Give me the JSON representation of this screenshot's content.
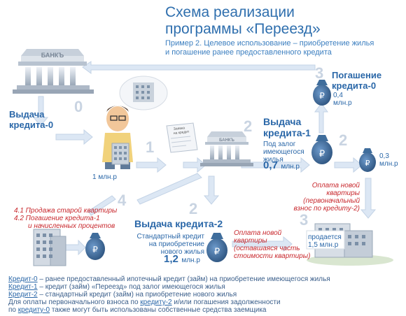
{
  "title": {
    "line1": "Схема реализации",
    "line2": "программы «Переезд»"
  },
  "subtitle": {
    "line1": "Пример 2. Целевое использование – приобретение жилья",
    "line2": "и погашение ранее предоставленного кредита"
  },
  "bank_sign": "БАНКЪ",
  "doc_label": {
    "line1": "Заявка",
    "line2": "на кредит"
  },
  "steps": {
    "s0": "0",
    "s1": "1",
    "s2a": "2",
    "s2b": "2",
    "s2c": "2",
    "s3a": "3",
    "s3b": "3",
    "s4": "4"
  },
  "labels": {
    "vydacha0_line1": "Выдача",
    "vydacha0_line2": "кредита-0",
    "mln1": "1 млн.р",
    "pogashenie_line1": "Погашение",
    "pogashenie_line2": "кредита-0",
    "mln04_line1": "0,4",
    "mln04_line2": "млн.р",
    "vydacha1_line1": "Выдача",
    "vydacha1_line2": "кредита-1",
    "pod_zalog_line1": "Под залог",
    "pod_zalog_line2": "имеющегося",
    "pod_zalog_line3": "жилья",
    "mln07_value": "0,7",
    "mln07_unit": "млн.р",
    "mln03_line1": "0,3",
    "mln03_line2": "млн.р",
    "oplata1_line1": "Оплата новой",
    "oplata1_line2": "квартиры",
    "oplata1_line3": "(первоначальный",
    "oplata1_line4": "взнос по кредиту-2)",
    "sale_line1": "4.1 Продажа старой квартиры",
    "sale_line2": "4.2 Погашение кредита-1",
    "sale_line3": "и начисленных процентов",
    "vydacha2": "Выдача кредита-2",
    "std_line1": "Стандартный кредит",
    "std_line2": "на приобретение",
    "std_line3": "нового жилья",
    "mln12_value": "1,2",
    "mln12_unit": "млн.р",
    "oplata2_line1": "Оплата новой",
    "oplata2_line2": "квартиры",
    "oplata2_line3": "(оставшаяся часть",
    "oplata2_line4": "стоимости квартиры)",
    "prodaetsya_line1": "продается",
    "prodaetsya_line2": "1,5 млн.р",
    "ruble": "₽"
  },
  "legend": {
    "l1_term": "Кредит-0",
    "l1_text": " – ранее предоставленный  ипотечный кредит (займ) на приобретение имеющегося жилья",
    "l2_term": "Кредит-1",
    "l2_text": " – кредит (займ) «Переезд» под залог имеющегося жилья",
    "l3_term": "Кредит-2",
    "l3_text": " – стандартный кредит (займ) на приобретение нового жилья",
    "l4_pre": "Для оплаты первоначального взноса по ",
    "l4_term": "кредиту-2",
    "l4_post": " и/или погашения задолженности",
    "l5_pre": "по ",
    "l5_term": "кредиту-0",
    "l5_post": " также могут быть использованы собственные средства заемщика"
  },
  "colors": {
    "blue": "#2a67a8",
    "red": "#c8282d",
    "arrow": "#dbe6f3",
    "bag": "#3f6d9c"
  }
}
